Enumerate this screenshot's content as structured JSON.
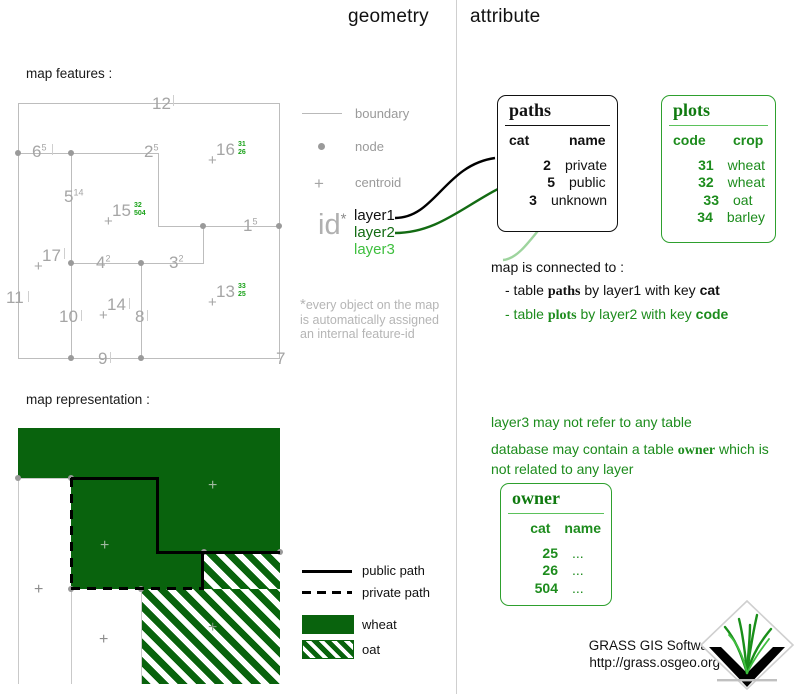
{
  "header": {
    "geometry": "geometry",
    "attribute": "attribute"
  },
  "map_features": {
    "title": "map features :",
    "boundary_labels": [
      {
        "id": "12",
        "cat": ""
      },
      {
        "id": "6",
        "cat": "5"
      },
      {
        "id": "2",
        "cat": "5"
      },
      {
        "id": "5",
        "cat": "14"
      },
      {
        "id": "1",
        "cat": "5"
      },
      {
        "id": "4",
        "cat": "2"
      },
      {
        "id": "3",
        "cat": "2"
      },
      {
        "id": "11",
        "cat": ""
      },
      {
        "id": "10",
        "cat": ""
      },
      {
        "id": "8",
        "cat": ""
      },
      {
        "id": "9",
        "cat": ""
      },
      {
        "id": "7",
        "cat": ""
      }
    ],
    "centroid_labels": [
      {
        "id": "16",
        "cat2": "31",
        "cat1": "26"
      },
      {
        "id": "15",
        "cat2": "32",
        "cat1": "504"
      },
      {
        "id": "17",
        "cat2": "",
        "cat1": ""
      },
      {
        "id": "14",
        "cat2": "",
        "cat1": ""
      },
      {
        "id": "13",
        "cat2": "33",
        "cat1": "25"
      }
    ],
    "legend": [
      {
        "symbol": "line",
        "label": "boundary"
      },
      {
        "symbol": "dot",
        "label": "node"
      },
      {
        "symbol": "plus",
        "label": "centroid"
      }
    ]
  },
  "id_block": {
    "id_text": "id",
    "star": "*",
    "layer1": "layer1",
    "layer2": "layer2",
    "layer3": "layer3",
    "footnote_star": "*",
    "footnote": "every object on the map is automatically assigned an internal feature-id"
  },
  "tables": {
    "paths": {
      "title": "paths",
      "columns": [
        "cat",
        "name"
      ],
      "rows": [
        [
          "2",
          "private"
        ],
        [
          "5",
          "public"
        ],
        [
          "3",
          "unknown"
        ]
      ]
    },
    "plots": {
      "title": "plots",
      "columns": [
        "code",
        "crop"
      ],
      "rows": [
        [
          "31",
          "wheat"
        ],
        [
          "32",
          "wheat"
        ],
        [
          "33",
          "oat"
        ],
        [
          "34",
          "barley"
        ]
      ]
    },
    "owner": {
      "title": "owner",
      "columns": [
        "cat",
        "name"
      ],
      "rows": [
        [
          "25",
          "..."
        ],
        [
          "26",
          "..."
        ],
        [
          "504",
          "..."
        ]
      ]
    }
  },
  "connected": {
    "heading": "map is connected to :",
    "line1_pre": "- table ",
    "line1_table": "paths",
    "line1_mid": " by layer1 with key ",
    "line1_key": "cat",
    "line2_pre": "- table ",
    "line2_table": "plots",
    "line2_mid": " by layer2 with key ",
    "line2_key": "code"
  },
  "notes": {
    "layer3_note": "layer3 may not refer to any table",
    "owner_note_pre": "database may contain a table ",
    "owner_note_bold": "owner",
    "owner_note_post": " which is not related to any layer"
  },
  "representation": {
    "title": "map representation :",
    "legend": [
      {
        "symbol": "solid-line",
        "label": "public path"
      },
      {
        "symbol": "dashed-line",
        "label": "private path"
      },
      {
        "symbol": "wheat-swatch",
        "label": "wheat"
      },
      {
        "symbol": "oat-swatch",
        "label": "oat"
      }
    ]
  },
  "footer": {
    "line1": "GRASS GIS Software",
    "line2": "http://grass.osgeo.org",
    "logo": "grass-gis-logo"
  },
  "colors": {
    "dark_green": "#09630d",
    "green": "#1d8c1d",
    "light_green": "#3fbf3f",
    "gray": "#b0b0b0"
  }
}
